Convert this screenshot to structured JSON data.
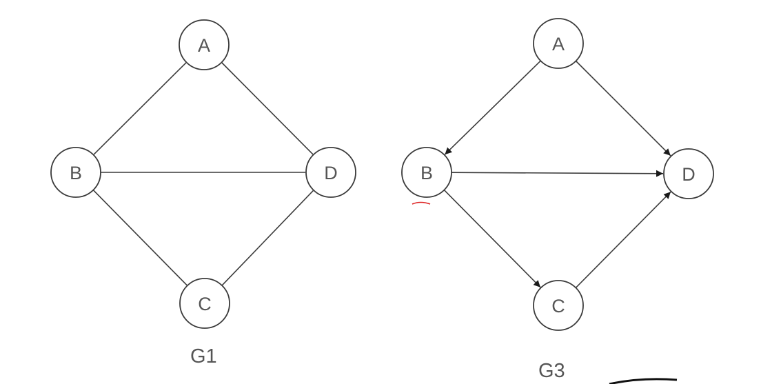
{
  "colors": {
    "stroke": "#3a3a3a",
    "label": "#555555",
    "background": "#ffffff"
  },
  "graphs": [
    {
      "caption": "G1",
      "directed": false,
      "nodes": [
        "A",
        "B",
        "C",
        "D"
      ],
      "edges": [
        {
          "from": "A",
          "to": "B"
        },
        {
          "from": "A",
          "to": "D"
        },
        {
          "from": "B",
          "to": "D"
        },
        {
          "from": "B",
          "to": "C"
        },
        {
          "from": "C",
          "to": "D"
        }
      ]
    },
    {
      "caption": "G3",
      "directed": true,
      "nodes": [
        "A",
        "B",
        "C",
        "D"
      ],
      "edges": [
        {
          "from": "A",
          "to": "B"
        },
        {
          "from": "A",
          "to": "D"
        },
        {
          "from": "B",
          "to": "D"
        },
        {
          "from": "B",
          "to": "C"
        },
        {
          "from": "C",
          "to": "D"
        }
      ]
    }
  ]
}
